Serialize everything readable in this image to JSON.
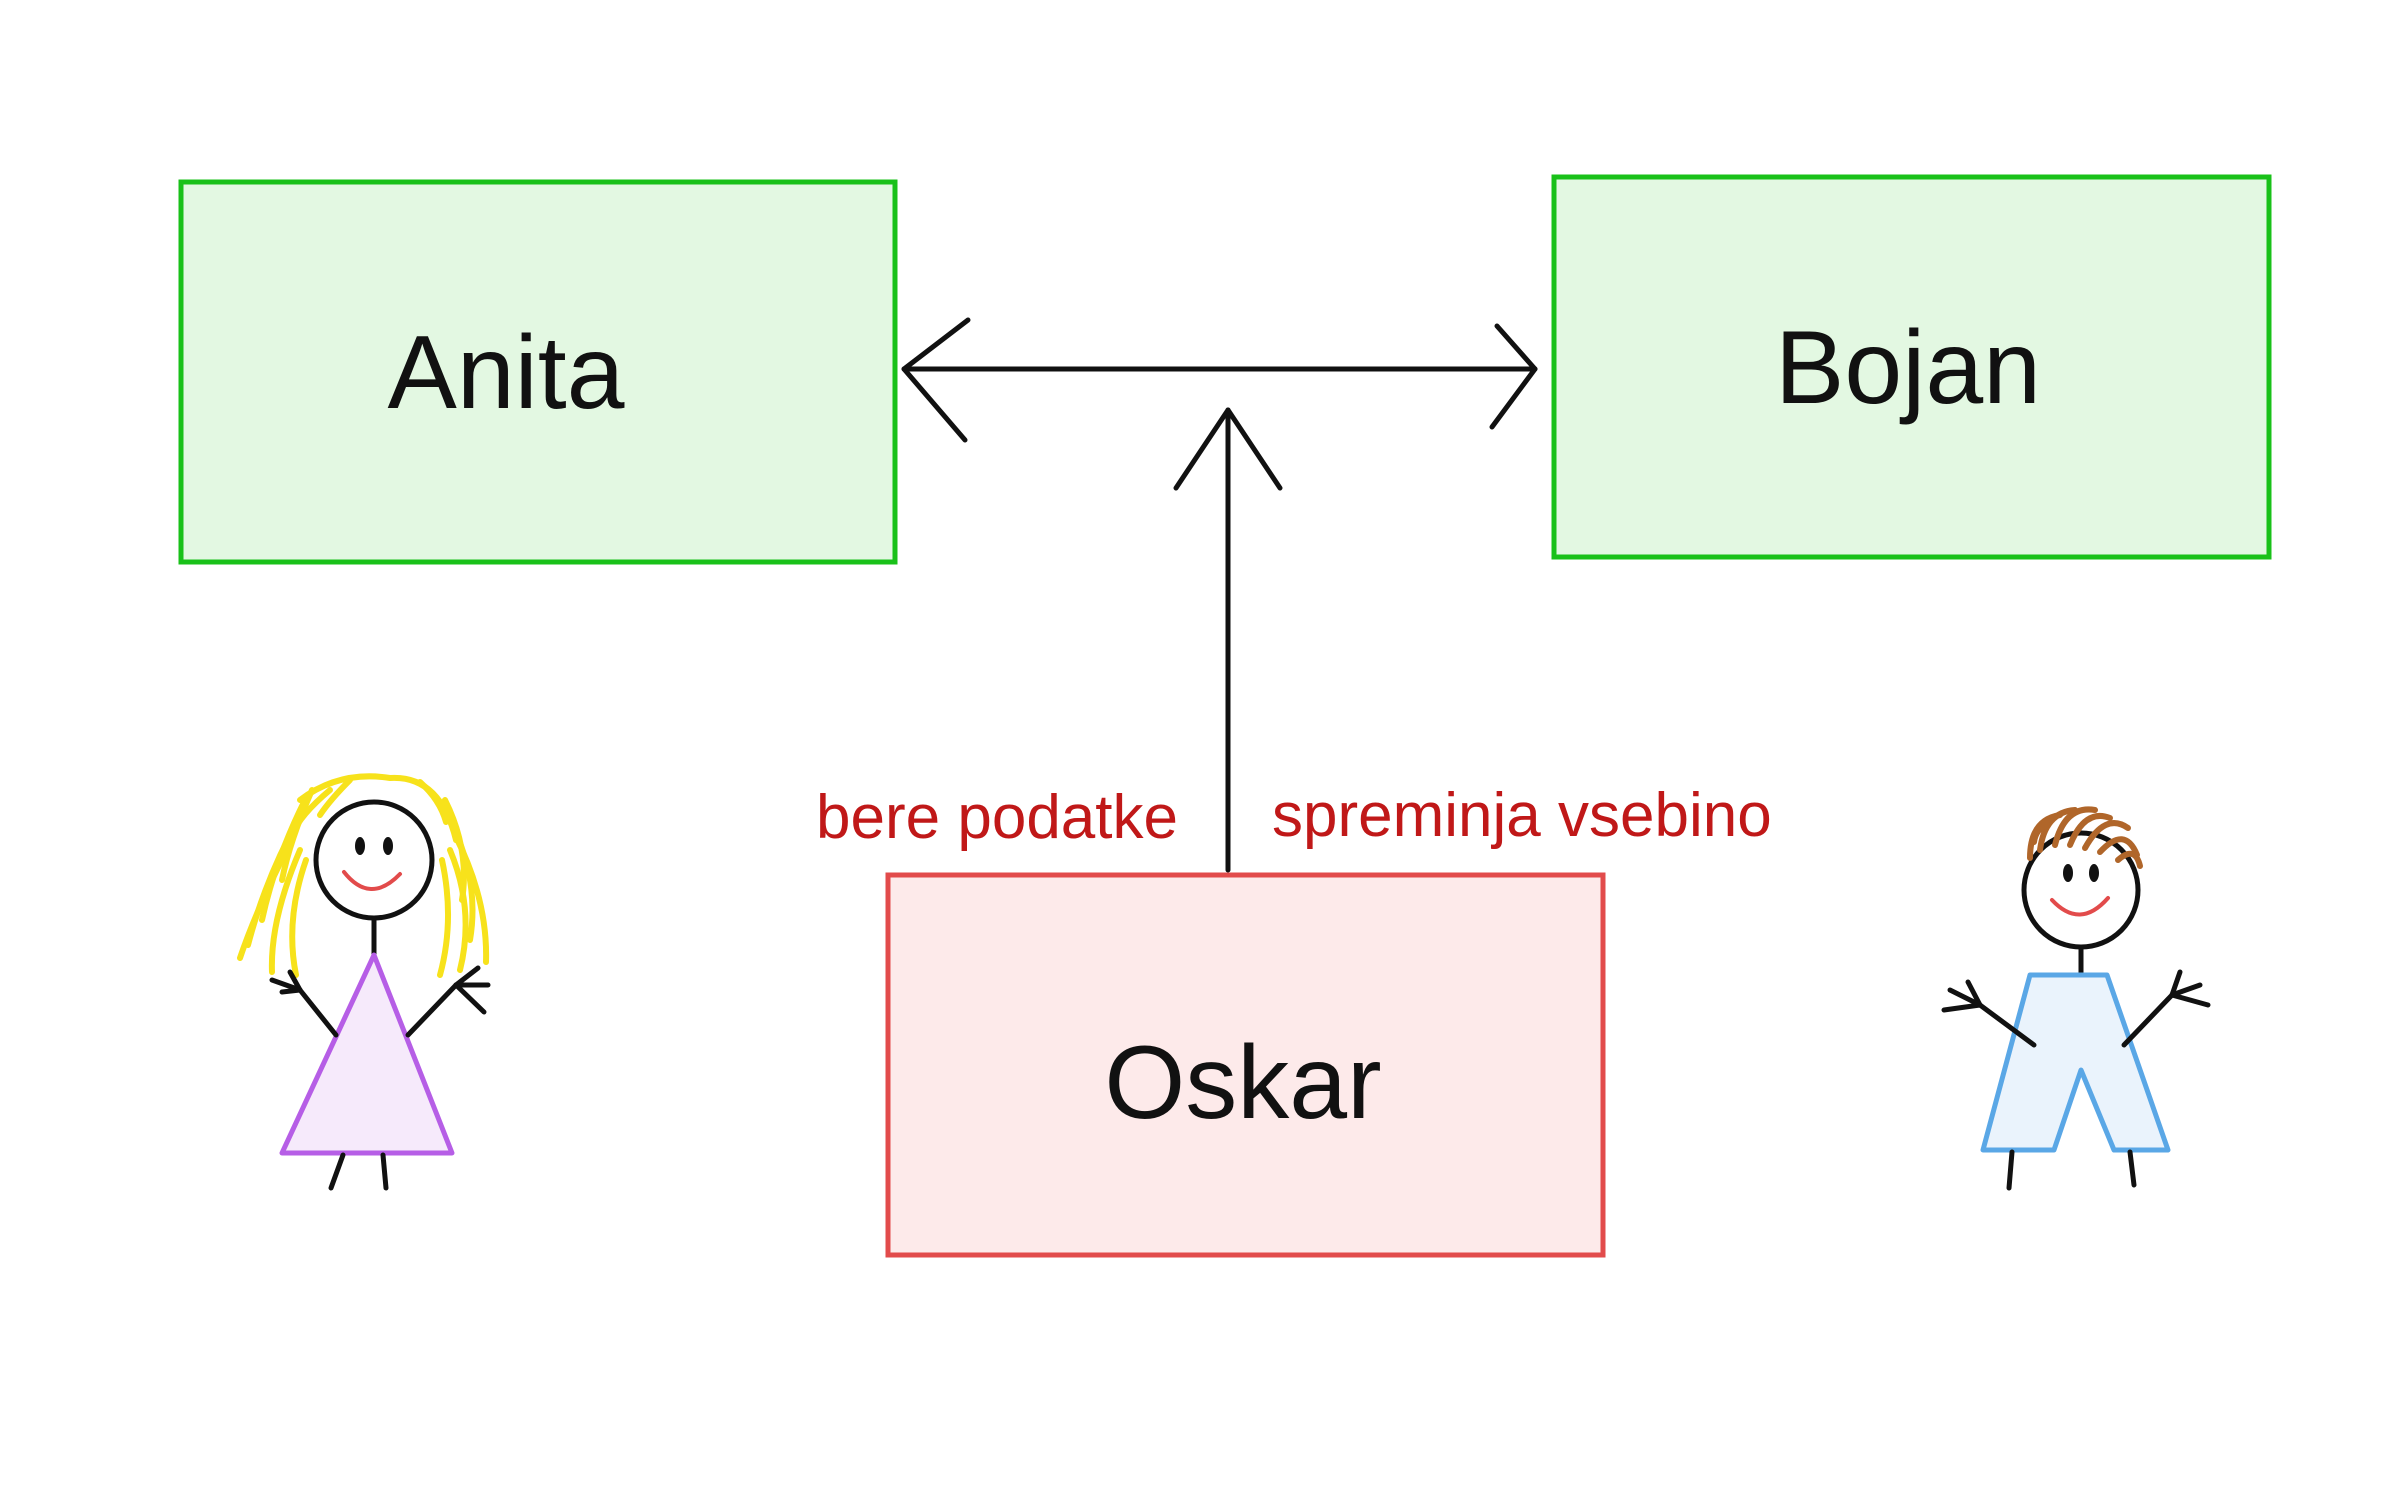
{
  "nodes": {
    "anita": {
      "label": "Anita"
    },
    "bojan": {
      "label": "Bojan"
    },
    "oskar": {
      "label": "Oskar"
    }
  },
  "edge_labels": {
    "reads": "bere podatke",
    "modifies": "spreminja vsebino"
  },
  "colors": {
    "trusted_fill": "#e3f8e2",
    "trusted_stroke": "#19c119",
    "attacker_fill": "#fdeaea",
    "attacker_stroke": "#e24b4b",
    "edge_label": "#c01818",
    "ink": "#111111",
    "girl_hair": "#f7e21b",
    "girl_dress_stroke": "#b65ee6",
    "girl_dress_fill": "#f6eafb",
    "boy_hair": "#b0662a",
    "boy_overalls_stroke": "#5aa7e6",
    "boy_overalls_fill": "#eaf3fc",
    "smile": "#e24b4b"
  },
  "icons": {
    "left_figure": "girl-stick-figure-icon",
    "right_figure": "boy-stick-figure-icon"
  }
}
